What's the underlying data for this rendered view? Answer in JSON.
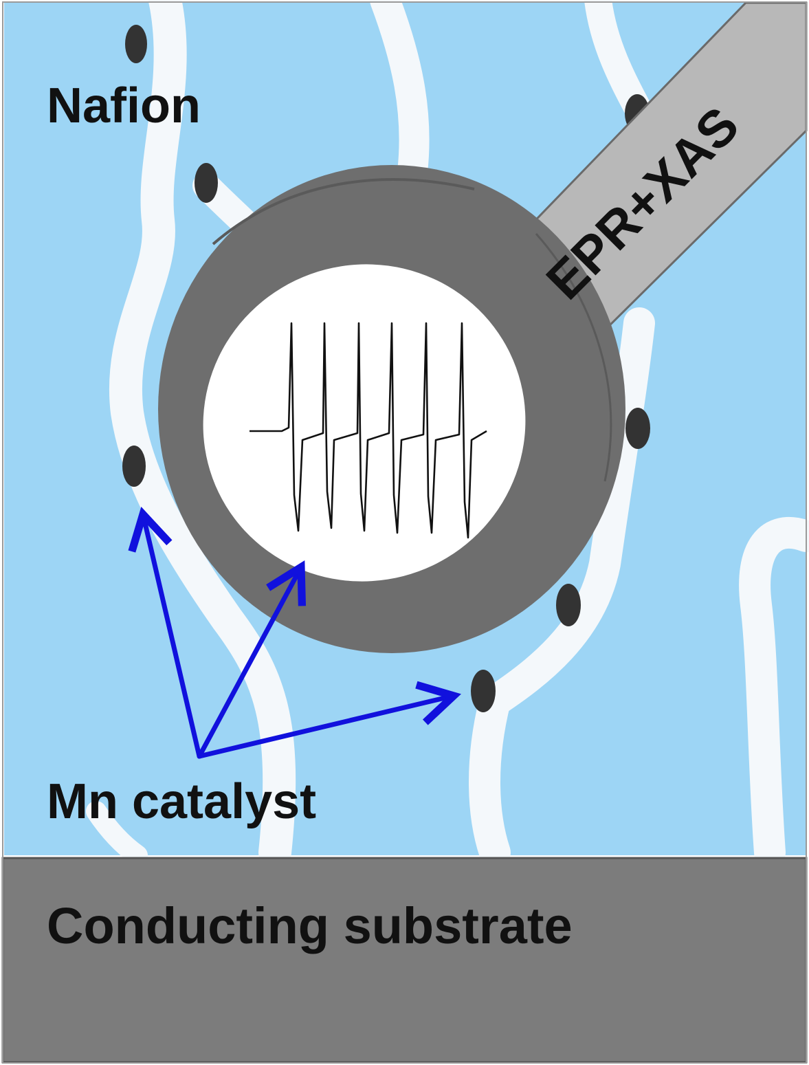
{
  "labels": {
    "nafion": "Nafion",
    "probe": "EPR+XAS",
    "catalyst": "Mn catalyst",
    "substrate": "Conducting substrate"
  },
  "colors": {
    "nafion_background": "#9dd5f5",
    "nafion_channels": "#f4f8fb",
    "substrate": "#7c7c7c",
    "catalyst_particles": "#333333",
    "probe_cylinder": "#6e6e6e",
    "probe_beam": "#b8b8b8",
    "arrows": "#1111dd",
    "spectrum": "#111111"
  },
  "icons": {
    "catalyst_particle": "dark-ellipse",
    "probe": "grey-cylinder-with-window",
    "spectrum": "six-line-epr-signal"
  }
}
